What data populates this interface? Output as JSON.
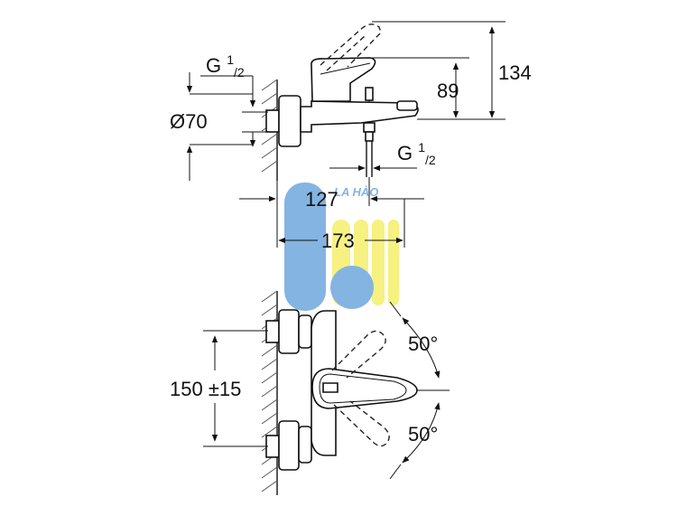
{
  "dims": {
    "g_top_main": "G ",
    "g_top_sup": "1",
    "g_top_sub": "/2",
    "diameter": "Ø70",
    "h134": "134",
    "h89": "89",
    "g_mid_main": "G ",
    "g_mid_sup": "1",
    "g_mid_sub": "/2",
    "w127": "127",
    "w173": "173",
    "spacing": "150 ±15",
    "angle_top": "50°",
    "angle_bottom": "50°"
  },
  "watermark": {
    "text": "LA HÀO",
    "blue": "#6fa8dc",
    "yellow": "#f5ef6a"
  }
}
